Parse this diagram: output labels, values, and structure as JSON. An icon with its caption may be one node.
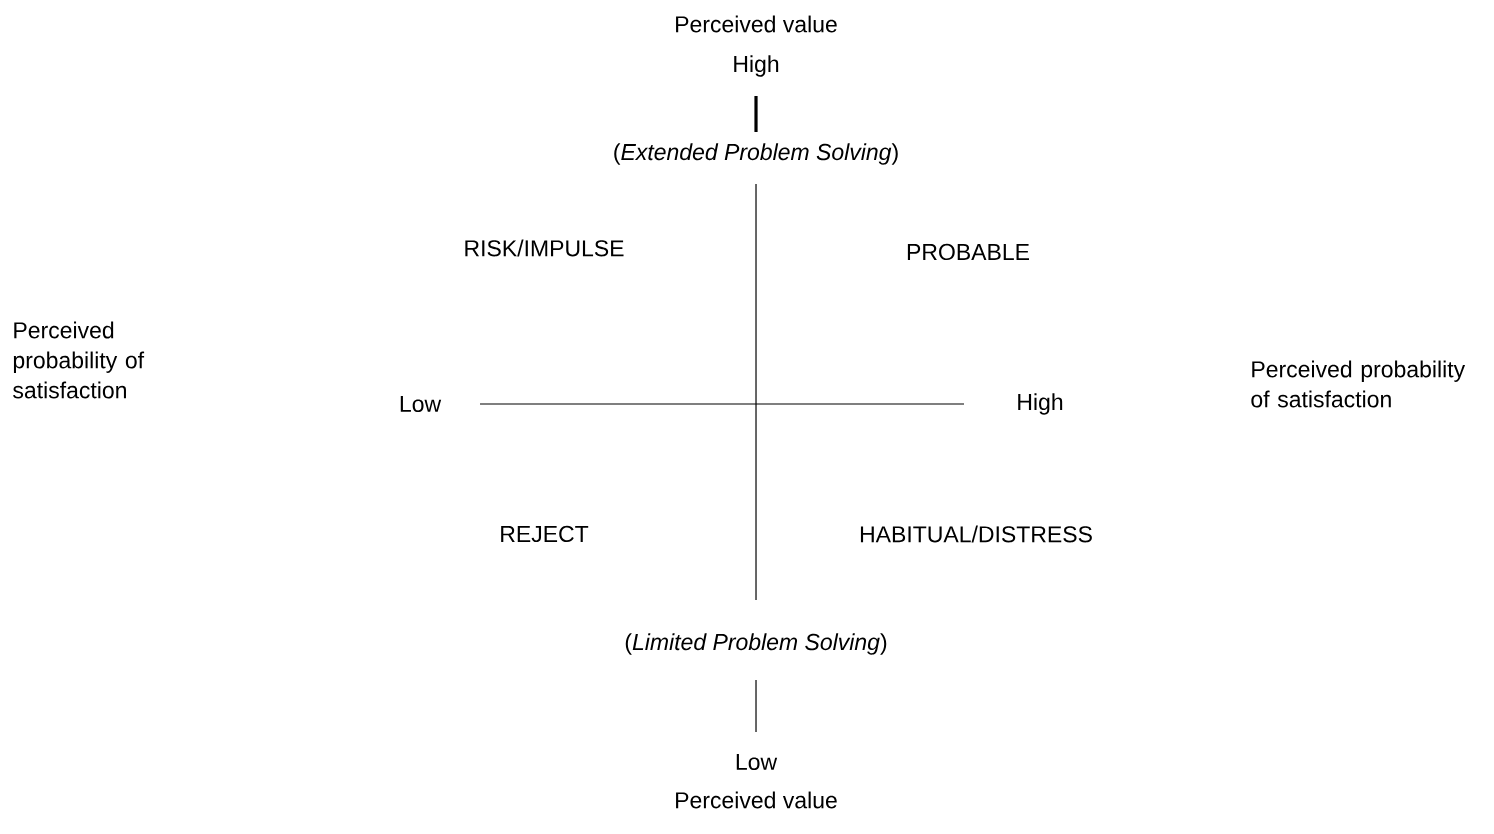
{
  "diagram": {
    "labels": [
      "Perceived value",
      "High",
      "(*Extended Problem Solving*)",
      "RISK/IMPULSE",
      "PROBABLE",
      "Perceived probability of satisfaction",
      "Low",
      "High",
      "Perceived probability of satisfaction",
      "REJECT",
      "HABITUAL/DISTRESS",
      "(*Limited Problem Solving*)",
      "Low",
      "Perceived value"
    ]
  }
}
